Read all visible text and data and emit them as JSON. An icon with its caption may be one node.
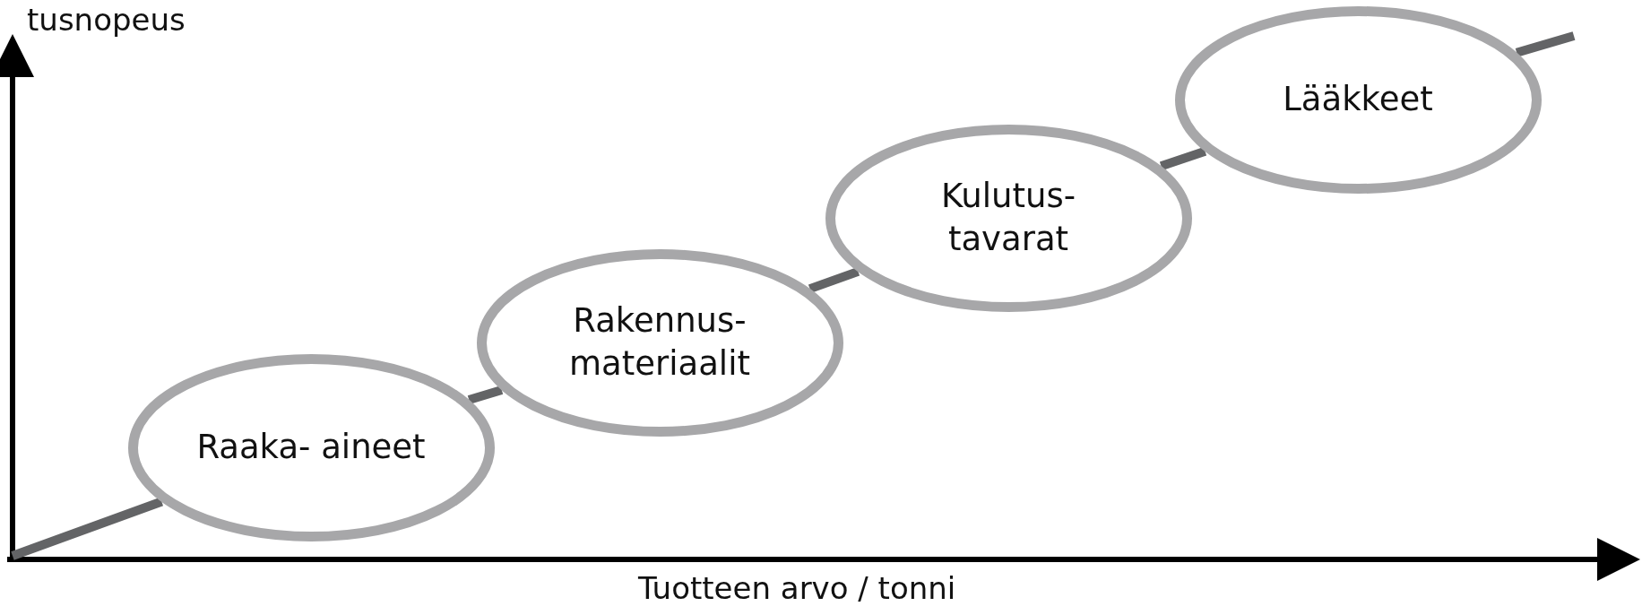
{
  "diagram": {
    "nodes": [
      {
        "text": [
          "Raaka- aineet"
        ]
      },
      {
        "text": [
          "Rakennus- materiaalit"
        ]
      },
      {
        "text": [
          "Kulutus- tavarat"
        ]
      },
      {
        "text": [
          "Lääkkeet"
        ]
      }
    ],
    "edges": [
      {
        "from": null,
        "to": 0,
        "arrow": "none"
      },
      {
        "from": 0,
        "to": 1,
        "arrow": "none"
      },
      {
        "from": 1,
        "to": 2,
        "arrow": "none"
      },
      {
        "from": 2,
        "to": 3,
        "arrow": "none"
      },
      {
        "from": 3,
        "to": null,
        "arrow": "none"
      }
    ],
    "labels": [
      "tusnopeus",
      "Tuotteen arvo / tonni"
    ]
  }
}
